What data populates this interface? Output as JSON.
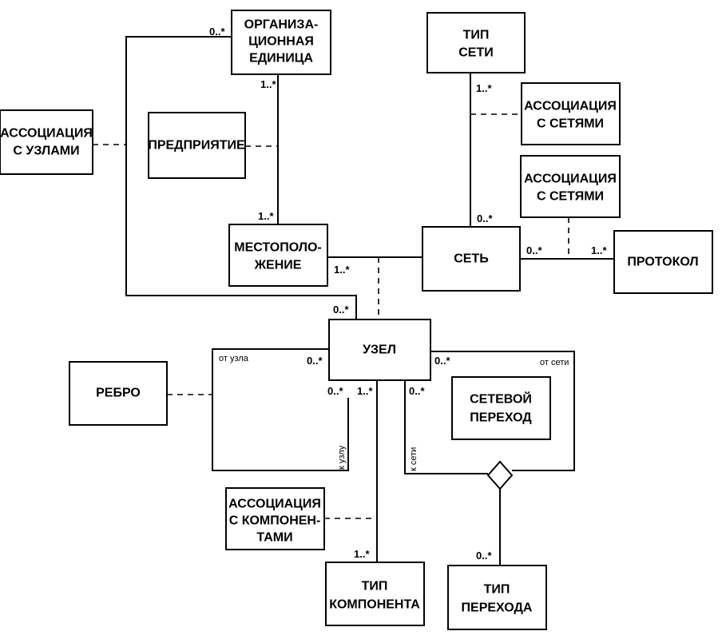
{
  "classes": {
    "org_unit": [
      "ОРГАНИЗА-",
      "ЦИОННАЯ",
      "ЕДИНИЦА"
    ],
    "net_type": [
      "ТИП",
      "СЕТИ"
    ],
    "node_assoc": [
      "АССОЦИАЦИЯ",
      "С УЗЛАМИ"
    ],
    "enterprise": [
      "ПРЕДПРИЯТИЕ"
    ],
    "net_assoc_1": [
      "АССОЦИАЦИЯ",
      "С СЕТЯМИ"
    ],
    "net_assoc_2": [
      "АССОЦИАЦИЯ",
      "С СЕТЯМИ"
    ],
    "location": [
      "МЕСТОПОЛО-",
      "ЖЕНИЕ"
    ],
    "network": [
      "СЕТЬ"
    ],
    "protocol": [
      "ПРОТОКОЛ"
    ],
    "node": [
      "УЗЕЛ"
    ],
    "edge": [
      "РЕБРО"
    ],
    "net_transition": [
      "СЕТЕВОЙ",
      "ПЕРЕХОД"
    ],
    "component_assoc": [
      "АССОЦИАЦИЯ",
      "С КОМПОНЕН-",
      "ТАМИ"
    ],
    "component_type": [
      "ТИП",
      "КОМПОНЕНТА"
    ],
    "transition_type": [
      "ТИП",
      "ПЕРЕХОДА"
    ]
  },
  "multiplicities": {
    "org_unit_nodes": "0..*",
    "org_unit_down": "1..*",
    "location_up": "1..*",
    "location_right": "1..*",
    "node_from_org": "0..*",
    "net_type_down": "1..*",
    "network_up": "0..*",
    "network_right": "0..*",
    "protocol_left": "1..*",
    "node_from_node": "0..*",
    "node_to_node": "0..*",
    "node_component": "1..*",
    "node_to_net": "0..*",
    "node_from_net": "0..*",
    "component_type_up": "1..*",
    "transition_type_up": "0..*"
  },
  "roles": {
    "from_node": "от узла",
    "to_node": "к узлу",
    "from_net": "от сети",
    "to_net": "к сети"
  }
}
